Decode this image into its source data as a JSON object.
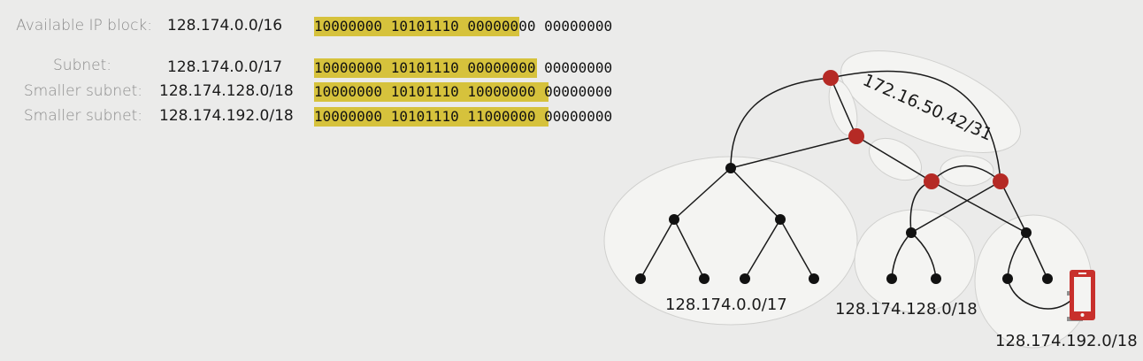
{
  "rows": [
    {
      "label": "Available IP block:",
      "cidr": "128.174.0.0/16",
      "bits": "10000000 10101110 00000000 00000000"
    },
    {
      "label": "Subnet:",
      "cidr": "128.174.0.0/17",
      "bits": "10000000 10101110 00000000 00000000"
    },
    {
      "label": "Smaller subnet:",
      "cidr": "128.174.128.0/18",
      "bits": "10000000 10101110 10000000 00000000"
    },
    {
      "label": "Smaller subnet:",
      "cidr": "128.174.192.0/18",
      "bits": "10000000 10101110 11000000 00000000"
    }
  ],
  "network": {
    "link_subnet": "172.16.50.42/31",
    "subnet_a": "128.174.0.0/17",
    "subnet_b": "128.174.128.0/18",
    "subnet_c": "128.174.192.0/18"
  },
  "colors": {
    "highlight": "#d6c23c",
    "router": "#b52a25",
    "node": "#111111",
    "bubble": "#f4f4f2",
    "phone": "#c8302c"
  },
  "icons": [
    "smartphone-icon",
    "text-cursor-icon"
  ]
}
